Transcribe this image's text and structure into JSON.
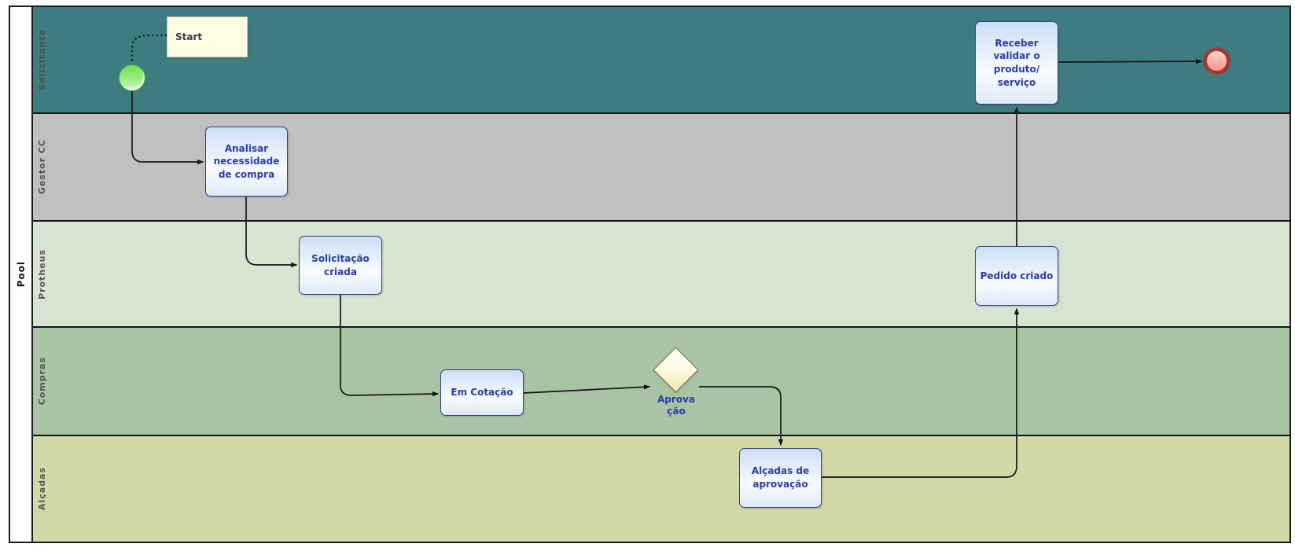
{
  "diagram": {
    "type": "bpmn-swimlane-flowchart",
    "pool": {
      "label": "Pool"
    },
    "lanes": [
      {
        "id": "solicitante",
        "label": "Solicitante",
        "color": "#3e7d7f"
      },
      {
        "id": "gestor-cc",
        "label": "Gestor CC",
        "color": "#c0c0c0"
      },
      {
        "id": "protheus",
        "label": "Protheus",
        "color": "#d8e4d2"
      },
      {
        "id": "compras",
        "label": "Compras",
        "color": "#a9c4a4"
      },
      {
        "id": "alcadas",
        "label": "Alçadas",
        "color": "#d3d9a6"
      }
    ],
    "nodes": {
      "annotation_start": {
        "kind": "annotation",
        "label": "Start",
        "lane": "Solicitante"
      },
      "start_event": {
        "kind": "start-event",
        "lane": "Solicitante"
      },
      "task_analisar": {
        "kind": "task",
        "label": "Analisar\nnecessidade\nde compra",
        "lane": "Gestor CC"
      },
      "task_solicitacao": {
        "kind": "task",
        "label": "Solicitação\ncriada",
        "lane": "Protheus"
      },
      "task_em_cotacao": {
        "kind": "task",
        "label": "Em Cotação",
        "lane": "Compras"
      },
      "gateway_aprovacao": {
        "kind": "gateway",
        "label": "Aprova\nção",
        "lane": "Compras"
      },
      "task_alcadas": {
        "kind": "task",
        "label": "Alçadas de\naprovação",
        "lane": "Alçadas"
      },
      "task_pedido": {
        "kind": "task",
        "label": "Pedido criado",
        "lane": "Protheus"
      },
      "task_receber": {
        "kind": "task",
        "label": "Receber\nvalidar o\nproduto/\nserviço",
        "lane": "Solicitante"
      },
      "end_event": {
        "kind": "end-event",
        "lane": "Solicitante"
      }
    },
    "flows": [
      {
        "from": "annotation_start",
        "to": "start_event",
        "type": "association-dotted"
      },
      {
        "from": "start_event",
        "to": "task_analisar",
        "type": "sequence"
      },
      {
        "from": "task_analisar",
        "to": "task_solicitacao",
        "type": "sequence"
      },
      {
        "from": "task_solicitacao",
        "to": "task_em_cotacao",
        "type": "sequence"
      },
      {
        "from": "task_em_cotacao",
        "to": "gateway_aprovacao",
        "type": "sequence"
      },
      {
        "from": "gateway_aprovacao",
        "to": "task_alcadas",
        "type": "sequence"
      },
      {
        "from": "task_alcadas",
        "to": "task_pedido",
        "type": "sequence"
      },
      {
        "from": "task_pedido",
        "to": "task_receber",
        "type": "sequence"
      },
      {
        "from": "task_receber",
        "to": "end_event",
        "type": "sequence"
      }
    ],
    "colors": {
      "pool_border": "#1b1b1b",
      "lane_label_text": "#4d4d4d",
      "task_fill_top": "#cddff4",
      "task_fill_bottom": "#dfeaf7",
      "task_border": "#2e3f94",
      "task_text": "#2b3da5",
      "gateway_fill": "#f0eab0",
      "gateway_border": "#6e6e55",
      "start_event_fill": "#6ce050",
      "start_event_border": "#4e9e47",
      "end_event_fill": "#fbaba2",
      "end_event_border": "#a23a34",
      "annotation_fill": "#fffee4",
      "annotation_text": "#3a3a4a"
    }
  }
}
